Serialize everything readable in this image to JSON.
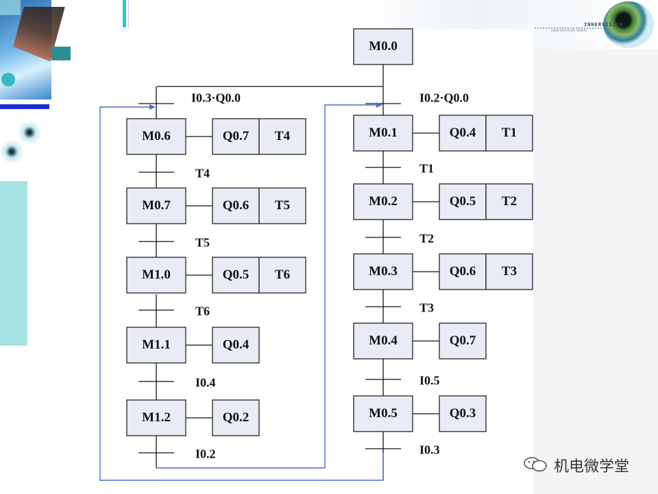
{
  "watermark": {
    "text": "机电微学堂",
    "icon": "chat-bubble-icon"
  },
  "branding": {
    "name": "INNERVISION",
    "tagline": "seek the truth within"
  },
  "diagram": {
    "steps_right": [
      {
        "id": "M0.0",
        "outputs": []
      },
      {
        "id": "M0.1",
        "outputs": [
          "Q0.4",
          "T1"
        ]
      },
      {
        "id": "M0.2",
        "outputs": [
          "Q0.5",
          "T2"
        ]
      },
      {
        "id": "M0.3",
        "outputs": [
          "Q0.6",
          "T3"
        ]
      },
      {
        "id": "M0.4",
        "outputs": [
          "Q0.7"
        ]
      },
      {
        "id": "M0.5",
        "outputs": [
          "Q0.3"
        ]
      }
    ],
    "steps_left": [
      {
        "id": "M0.6",
        "outputs": [
          "Q0.7",
          "T4"
        ]
      },
      {
        "id": "M0.7",
        "outputs": [
          "Q0.6",
          "T5"
        ]
      },
      {
        "id": "M1.0",
        "outputs": [
          "Q0.5",
          "T6"
        ]
      },
      {
        "id": "M1.1",
        "outputs": [
          "Q0.4"
        ]
      },
      {
        "id": "M1.2",
        "outputs": [
          "Q0.2"
        ]
      }
    ],
    "transitions_right": [
      "I0.2·Q0.0",
      "T1",
      "T2",
      "T3",
      "I0.5",
      "I0.3"
    ],
    "transitions_left": [
      "I0.3·Q0.0",
      "T4",
      "T5",
      "T6",
      "I0.4",
      "I0.2"
    ]
  }
}
